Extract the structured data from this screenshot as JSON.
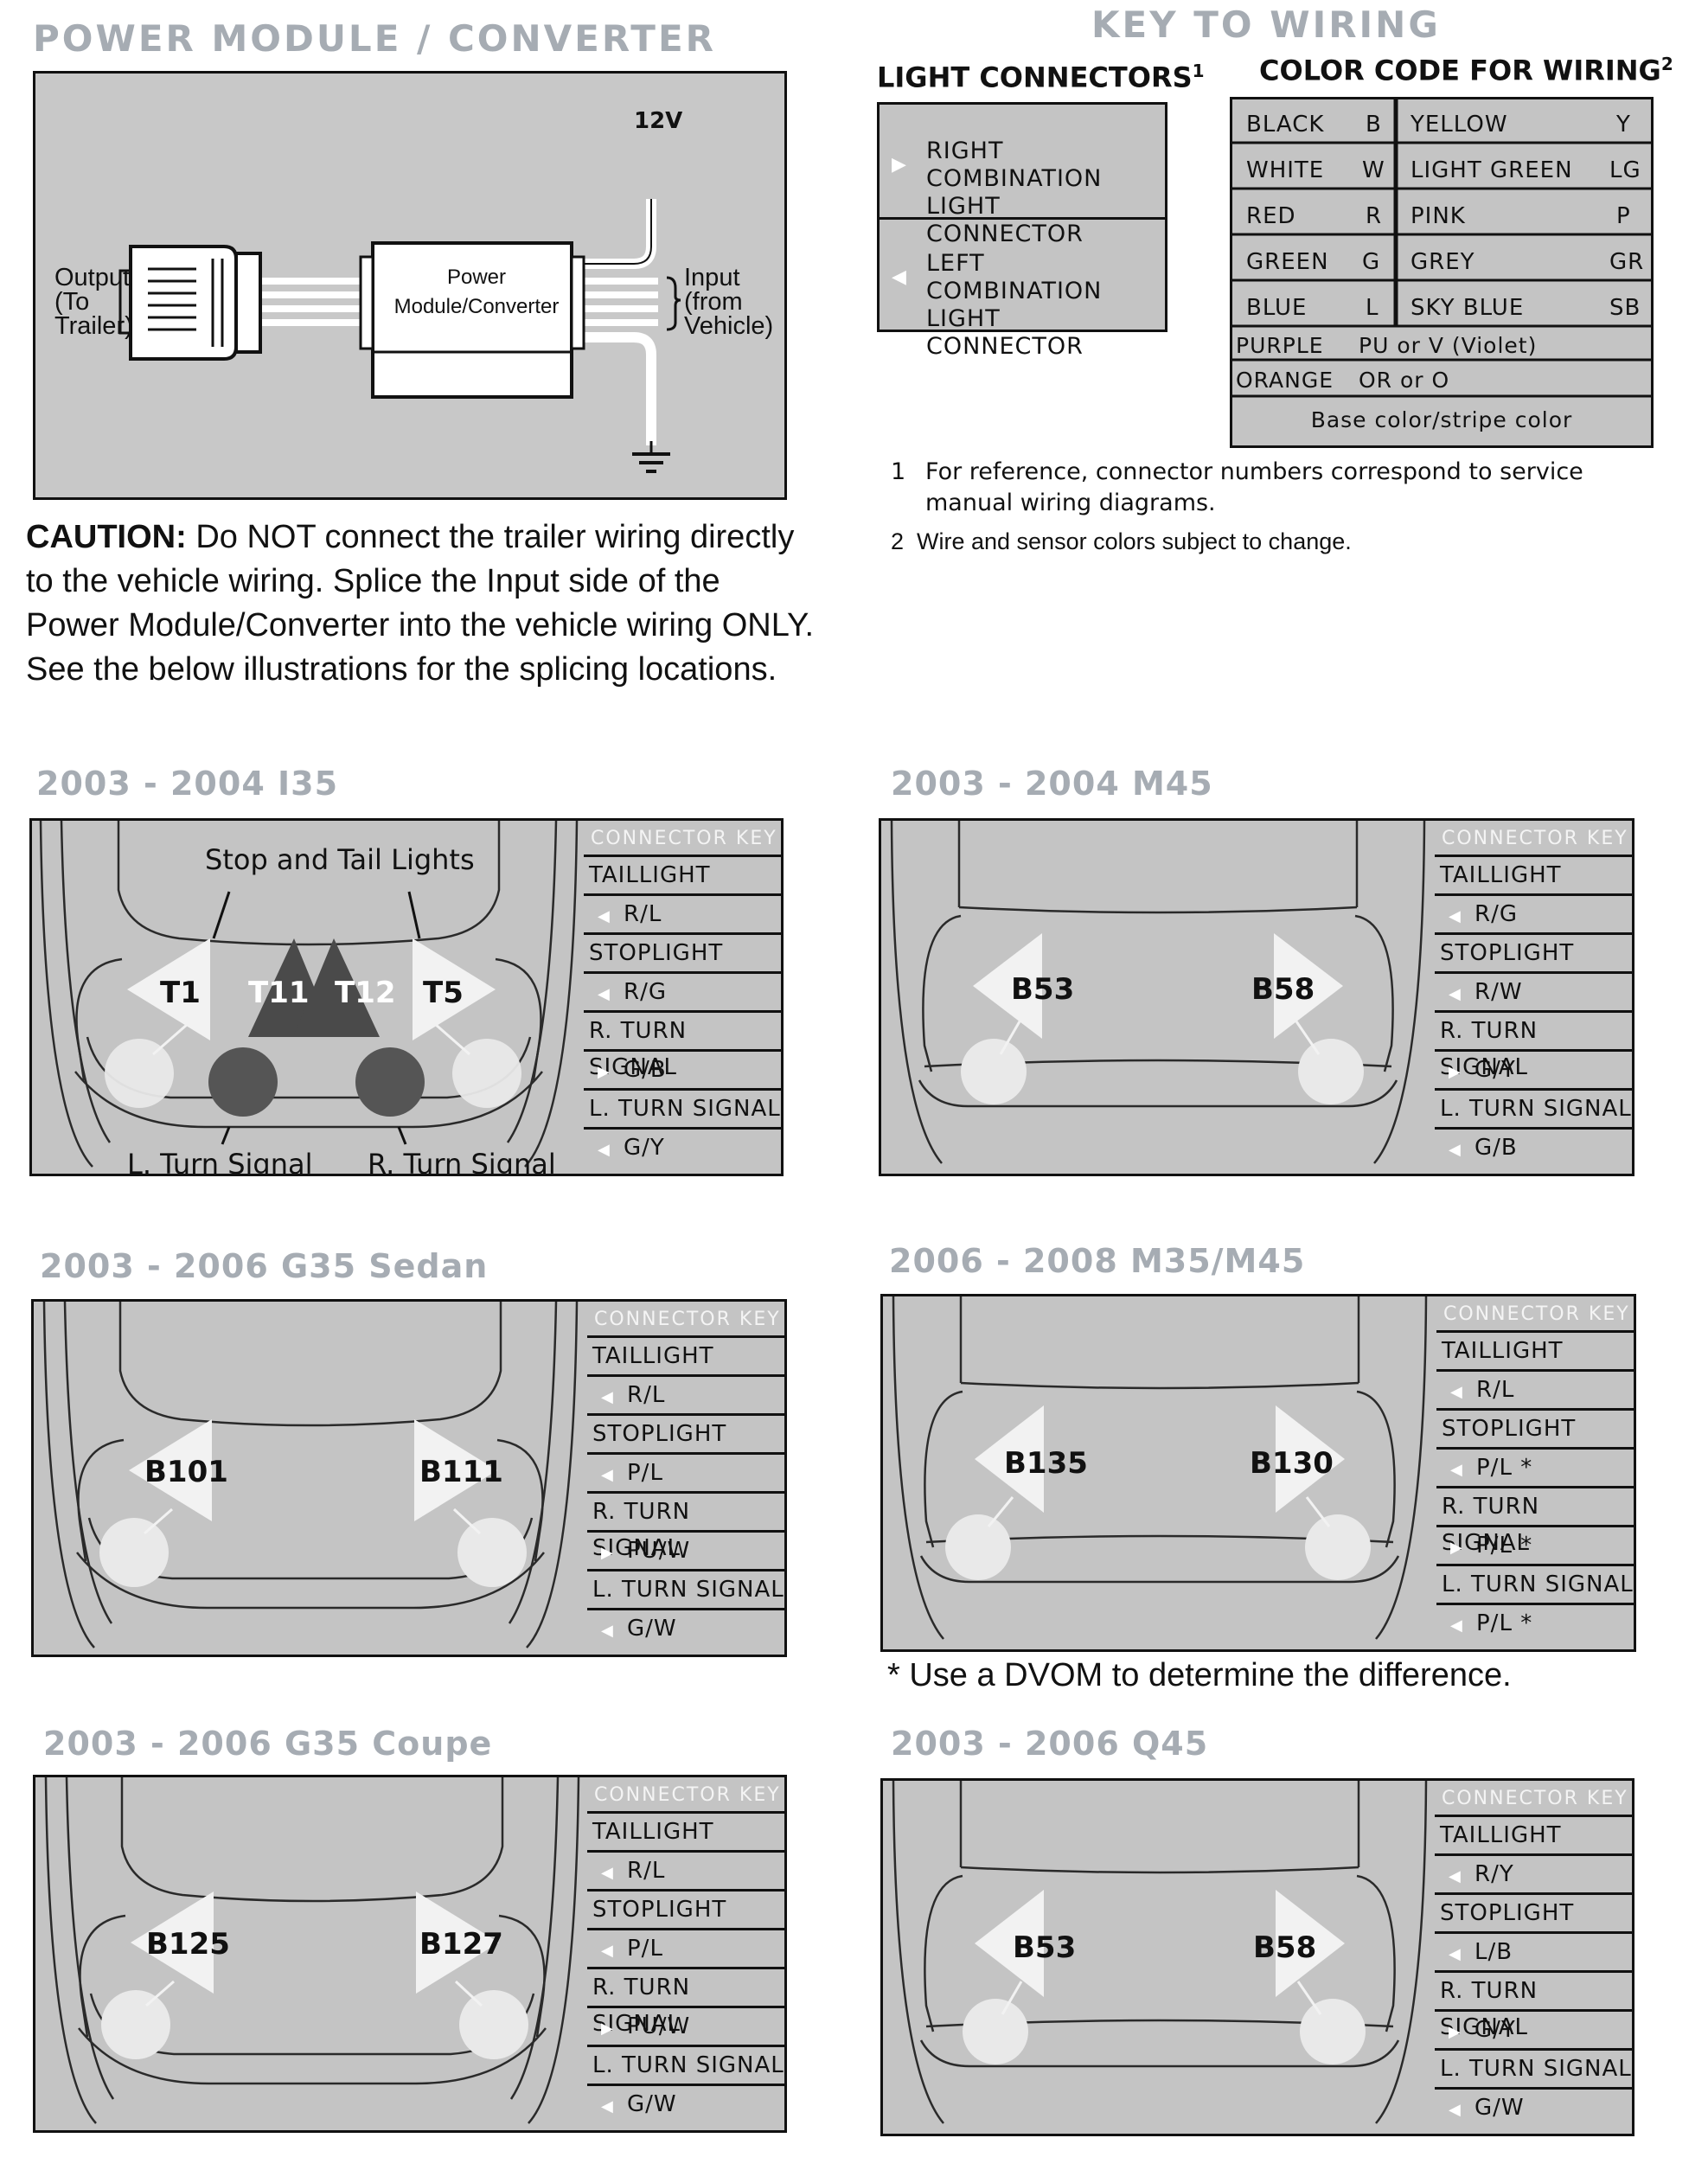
{
  "power_module": {
    "title": "POWER MODULE / CONVERTER",
    "label_12v": "12V",
    "label_module_line1": "Power",
    "label_module_line2": "Module/Converter",
    "label_output_line1": "Output",
    "label_output_line2": "(To",
    "label_output_line3": "Trailer)",
    "label_input_line1": "Input",
    "label_input_line2": "(from",
    "label_input_line3": "Vehicle)"
  },
  "caution": {
    "lead": "CAUTION:",
    "line1": " Do NOT connect the trailer wiring directly",
    "line2": "to the vehicle wiring.  Splice the Input side of the",
    "line3": "Power Module/Converter into the vehicle wiring ONLY.",
    "line4": "See the below illustrations for the splicing locations."
  },
  "key_to_wiring": {
    "title": "KEY TO WIRING",
    "light_connectors_title": "LIGHT CONNECTORS",
    "light_connectors_sup": "1",
    "light_connectors": [
      {
        "arrow": "▶",
        "line1": "RIGHT COMBINATION",
        "line2": "LIGHT CONNECTOR"
      },
      {
        "arrow": "◀",
        "line1": "LEFT COMBINATION",
        "line2": "LIGHT CONNECTOR"
      }
    ],
    "color_code_title": "COLOR CODE FOR WIRING",
    "color_code_sup": "2",
    "colors_left": [
      {
        "name": "BLACK",
        "code": "B"
      },
      {
        "name": "WHITE",
        "code": "W"
      },
      {
        "name": "RED",
        "code": "R"
      },
      {
        "name": "GREEN",
        "code": "G"
      },
      {
        "name": "BLUE",
        "code": "L"
      }
    ],
    "colors_right": [
      {
        "name": "YELLOW",
        "code": "Y"
      },
      {
        "name": "LIGHT GREEN",
        "code": "LG"
      },
      {
        "name": "PINK",
        "code": "P"
      },
      {
        "name": "GREY",
        "code": "GR"
      },
      {
        "name": "SKY BLUE",
        "code": "SB"
      }
    ],
    "purple": {
      "name": "PURPLE",
      "code": "PU or V (Violet)"
    },
    "orange": {
      "name": "ORANGE",
      "code": "OR or O"
    },
    "base_note": "Base color/stripe color",
    "notes": [
      {
        "num": "1",
        "line1": "For reference, connector numbers correspond to service",
        "line2": "manual wiring diagrams."
      },
      {
        "num": "2",
        "line1": "Wire and sensor colors subject to change.",
        "line2": ""
      }
    ]
  },
  "connector_key_label": "CONNECTOR KEY",
  "dvom_note": "* Use a DVOM to determine the difference.",
  "models": [
    {
      "title": "2003  -  2004 I35",
      "stop_tail_label": "Stop and Tail Lights",
      "left_turn_label": "L. Turn Signal",
      "right_turn_label": "R. Turn Signal",
      "connectors": [
        "T1",
        "T11",
        "T12",
        "T5"
      ],
      "key": [
        {
          "label": "TAILLIGHT",
          "arrow": "◀",
          "code": "R/L"
        },
        {
          "label": "STOPLIGHT",
          "arrow": "◀",
          "code": "R/G"
        },
        {
          "label": "R. TURN SIGNAL",
          "arrow": "▶",
          "code": "G/B"
        },
        {
          "label": "L. TURN SIGNAL",
          "arrow": "◀",
          "code": "G/Y"
        }
      ]
    },
    {
      "title": "2003 - 2004 M45",
      "connectors": [
        "B53",
        "B58"
      ],
      "key": [
        {
          "label": "TAILLIGHT",
          "arrow": "◀",
          "code": "R/G"
        },
        {
          "label": "STOPLIGHT",
          "arrow": "◀",
          "code": "R/W"
        },
        {
          "label": "R. TURN SIGNAL",
          "arrow": "▶",
          "code": "G/Y"
        },
        {
          "label": "L. TURN SIGNAL",
          "arrow": "◀",
          "code": "G/B"
        }
      ]
    },
    {
      "title": "2003 - 2006 G35 Sedan",
      "connectors": [
        "B101",
        "B111"
      ],
      "key": [
        {
          "label": "TAILLIGHT",
          "arrow": "◀",
          "code": "R/L"
        },
        {
          "label": "STOPLIGHT",
          "arrow": "◀",
          "code": "P/L"
        },
        {
          "label": "R. TURN SIGNAL",
          "arrow": "▶",
          "code": "PU/W"
        },
        {
          "label": "L. TURN SIGNAL",
          "arrow": "◀",
          "code": "G/W"
        }
      ]
    },
    {
      "title": "2006 - 2008 M35/M45",
      "connectors": [
        "B135",
        "B130"
      ],
      "key": [
        {
          "label": "TAILLIGHT",
          "arrow": "◀",
          "code": "R/L"
        },
        {
          "label": "STOPLIGHT",
          "arrow": "◀",
          "code": "P/L *"
        },
        {
          "label": "R. TURN SIGNAL",
          "arrow": "▶",
          "code": "P/L *"
        },
        {
          "label": "L. TURN SIGNAL",
          "arrow": "◀",
          "code": "P/L *"
        }
      ]
    },
    {
      "title": "2003 - 2006 G35 Coupe",
      "connectors": [
        "B125",
        "B127"
      ],
      "key": [
        {
          "label": "TAILLIGHT",
          "arrow": "◀",
          "code": "R/L"
        },
        {
          "label": "STOPLIGHT",
          "arrow": "◀",
          "code": "P/L"
        },
        {
          "label": "R. TURN SIGNAL",
          "arrow": "▶",
          "code": "PU/W"
        },
        {
          "label": "L. TURN SIGNAL",
          "arrow": "◀",
          "code": "G/W"
        }
      ]
    },
    {
      "title": "2003 - 2006 Q45",
      "connectors": [
        "B53",
        "B58"
      ],
      "key": [
        {
          "label": "TAILLIGHT",
          "arrow": "◀",
          "code": "R/Y"
        },
        {
          "label": "STOPLIGHT",
          "arrow": "◀",
          "code": "L/B"
        },
        {
          "label": "R. TURN SIGNAL",
          "arrow": "▶",
          "code": "G/Y"
        },
        {
          "label": "L. TURN SIGNAL",
          "arrow": "◀",
          "code": "G/W"
        }
      ]
    }
  ]
}
